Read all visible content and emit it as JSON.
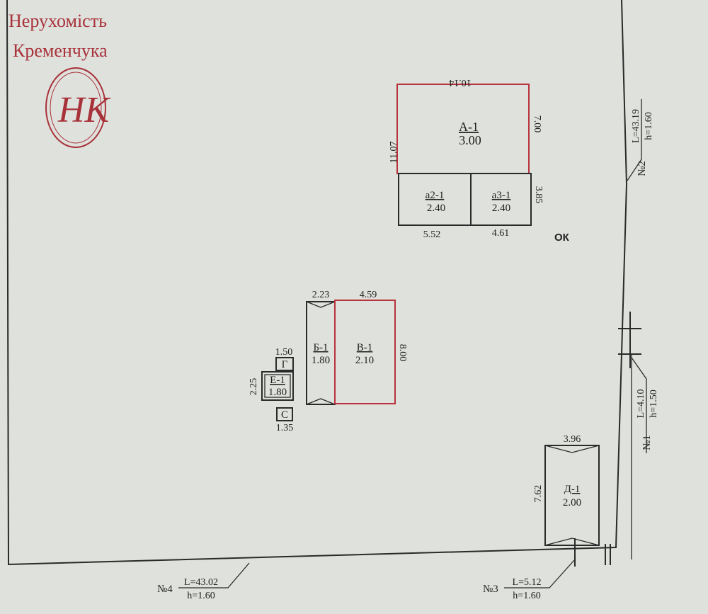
{
  "watermark": {
    "line1": "Нерухомість",
    "line2": "Кременчука",
    "logo_letters": "НК",
    "color": "#a8323a"
  },
  "buildings": {
    "a": {
      "code": "А-1",
      "value": "3.00",
      "top": "10.14",
      "left": "11.07",
      "right": "7.00"
    },
    "a2": {
      "code": "а2-1",
      "value": "2.40",
      "bottom": "5.52"
    },
    "a3": {
      "code": "а3-1",
      "value": "2.40",
      "bottom": "4.61",
      "right": "3.85"
    },
    "b": {
      "code": "Б-1",
      "value": "1.80",
      "top": "2.23"
    },
    "v": {
      "code": "В-1",
      "value": "2.10",
      "top": "4.59",
      "right": "8.00"
    },
    "g": {
      "code": "Г",
      "top": "1.50"
    },
    "e": {
      "code": "Е-1",
      "value": "1.80",
      "left": "2.25"
    },
    "s": {
      "code": "С",
      "bottom": "1.35"
    },
    "d": {
      "code": "Д-1",
      "value": "2.00",
      "top": "3.96",
      "left": "7.62"
    }
  },
  "ok_label": "ОК",
  "fences": {
    "n1": {
      "no": "№1",
      "L": "L=4.10",
      "h": "h=1.50"
    },
    "n2": {
      "no": "№2",
      "L": "L=43.19",
      "h": "h=1.60"
    },
    "n3": {
      "no": "№3",
      "L": "L=5.12",
      "h": "h=1.60"
    },
    "n4": {
      "no": "№4",
      "L": "L=43.02",
      "h": "h=1.60"
    }
  }
}
